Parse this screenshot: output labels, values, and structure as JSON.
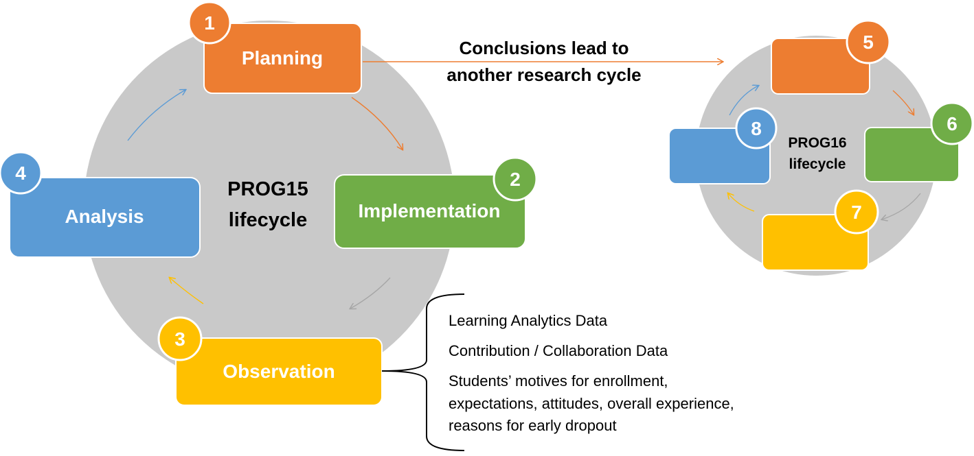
{
  "colors": {
    "orange": "#ED7D31",
    "green": "#70AD47",
    "yellow": "#FFC000",
    "blue": "#5B9BD5",
    "circle": "#C9C9C9",
    "text": "#000000",
    "connector": "#7F7F7F"
  },
  "cycle1": {
    "center_label_line1": "PROG15",
    "center_label_line2": "lifecycle",
    "stages": [
      {
        "number": "1",
        "label": "Planning"
      },
      {
        "number": "2",
        "label": "Implementation"
      },
      {
        "number": "3",
        "label": "Observation"
      },
      {
        "number": "4",
        "label": "Analysis"
      }
    ]
  },
  "transition": {
    "line1": "Conclusions lead to",
    "line2": "another research cycle"
  },
  "cycle2": {
    "center_label_line1": "PROG16",
    "center_label_line2": "lifecycle",
    "stages": [
      {
        "number": "5"
      },
      {
        "number": "6"
      },
      {
        "number": "7"
      },
      {
        "number": "8"
      }
    ]
  },
  "observation_data": {
    "items": [
      "Learning Analytics Data",
      "Contribution / Collaboration Data"
    ],
    "item3_lines": [
      "Students’ motives for enrollment,",
      "expectations, attitudes, overall experience,",
      "reasons for early dropout"
    ]
  }
}
